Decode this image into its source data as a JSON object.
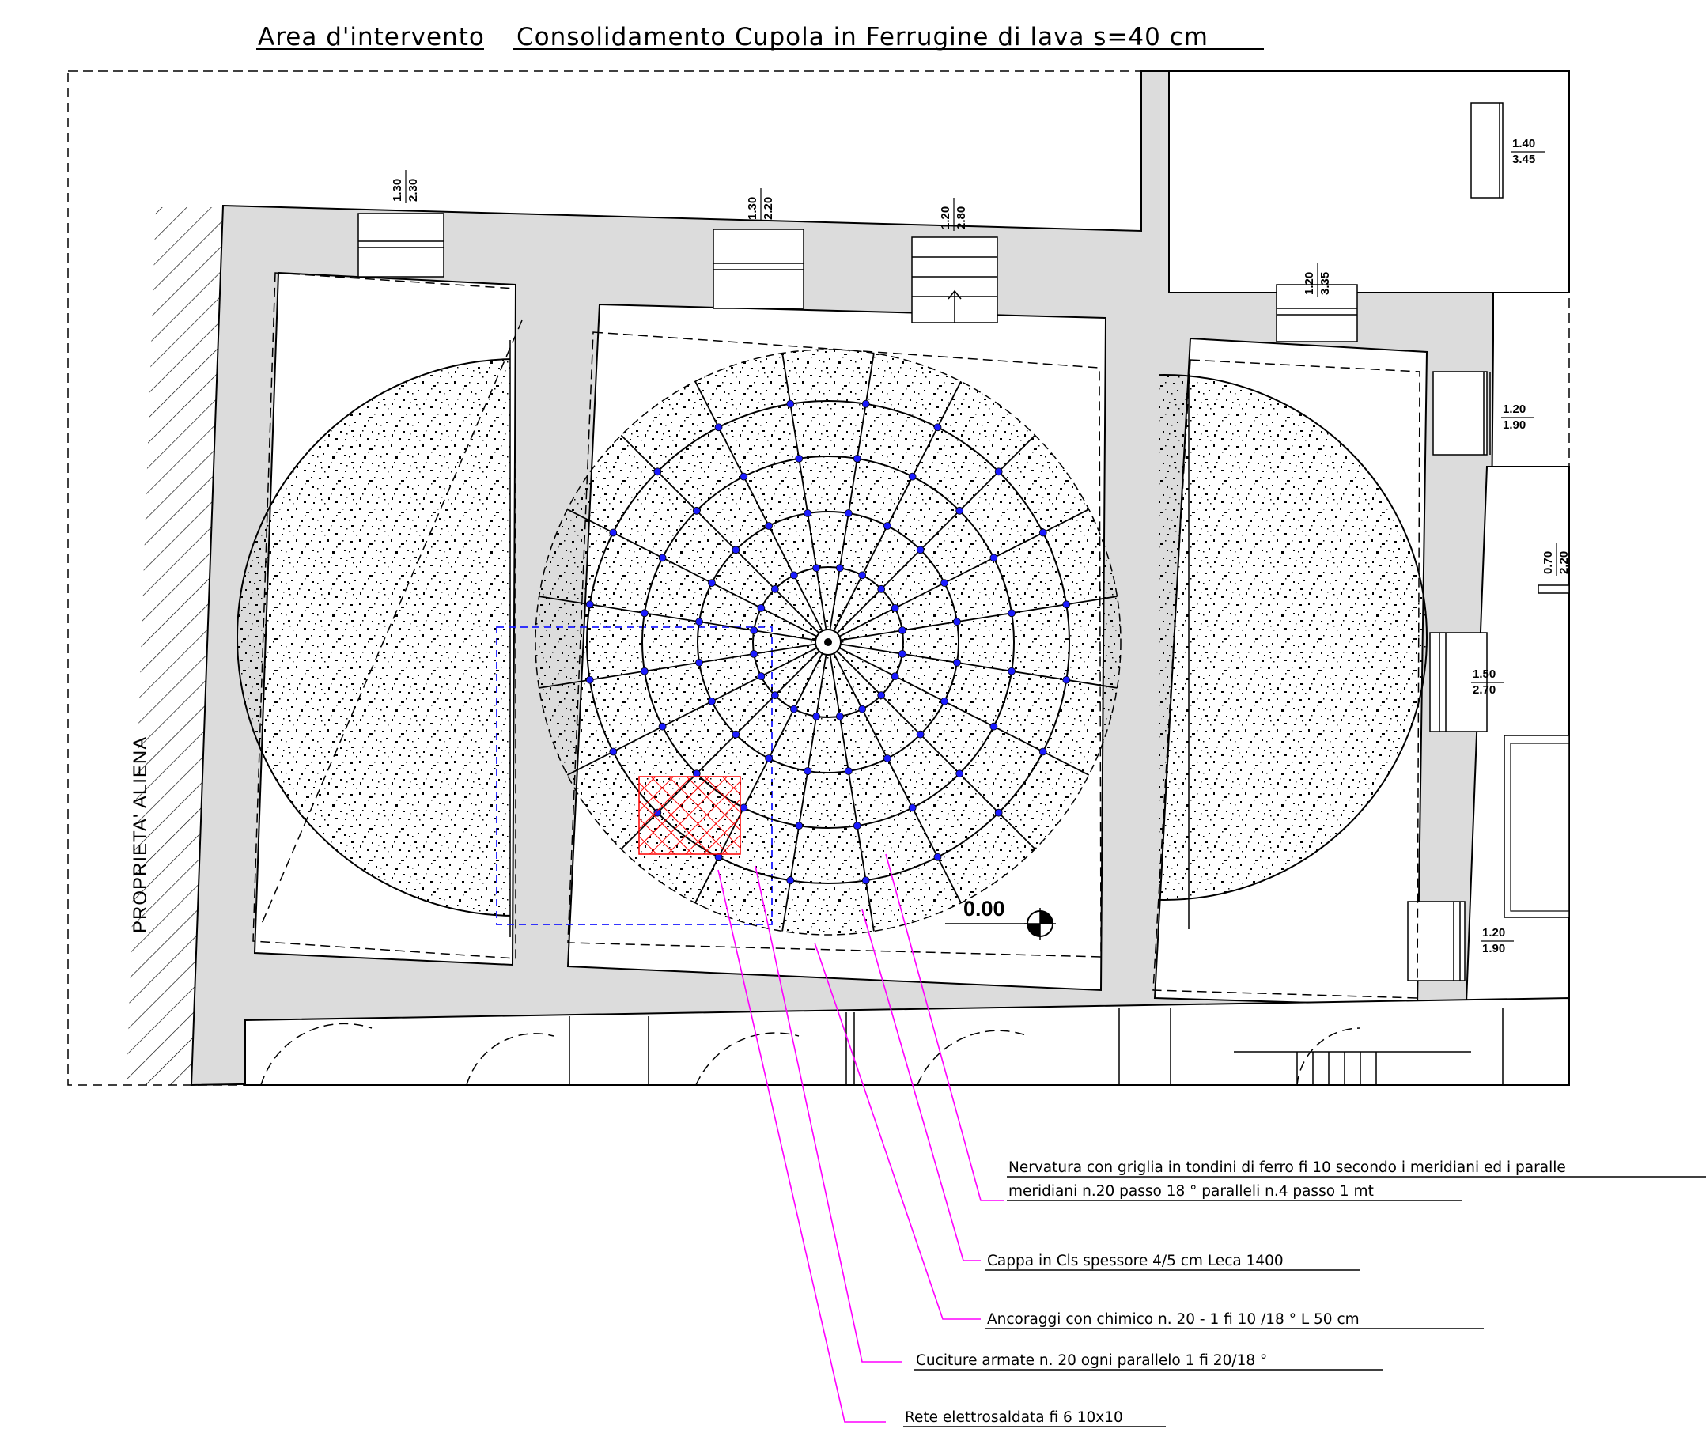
{
  "title": {
    "area": "Area d'intervento",
    "subject": "Consolidamento Cupola in Ferrugine di lava s=40 cm"
  },
  "side_label": "PROPRIETA' ALIENA",
  "level_mark": "0.00",
  "openings": [
    {
      "top": "1.30",
      "bottom": "2.30"
    },
    {
      "top": "1.30",
      "bottom": "2.20"
    },
    {
      "top": "1.20",
      "bottom": "2.80"
    },
    {
      "top": "1.20",
      "bottom": "3.35"
    },
    {
      "top": "1.40",
      "bottom": "3.45"
    },
    {
      "top": "1.20",
      "bottom": "1.90"
    },
    {
      "top": "0.70",
      "bottom": "2.20"
    },
    {
      "top": "1.50",
      "bottom": "2.70"
    },
    {
      "top": "1.20",
      "bottom": "1.90"
    }
  ],
  "notes": [
    {
      "line1": "Nervatura con griglia in tondini di ferro fi 10 secondo i meridiani ed i paralle",
      "line2": "meridiani n.20 passo 18 ° paralleli n.4 passo 1 mt"
    },
    {
      "line1": "Cappa in Cls spessore 4/5 cm Leca 1400"
    },
    {
      "line1": "Ancoraggi con chimico n. 20 - 1 fi 10 /18 ° L 50 cm"
    },
    {
      "line1": "Cuciture armate n. 20 ogni parallelo 1 fi 20/18 °"
    },
    {
      "line1": "Rete elettrosaldata fi 6 10x10"
    }
  ],
  "dome_structure": {
    "meridians": 20,
    "meridian_step_deg": 18,
    "parallels": 4
  },
  "colors": {
    "walls": "#dcdcdc",
    "leaders": "#ff00ff",
    "mesh": "#ff0000",
    "nodes": "#1a1aff",
    "work_area": "#1a1aff"
  }
}
